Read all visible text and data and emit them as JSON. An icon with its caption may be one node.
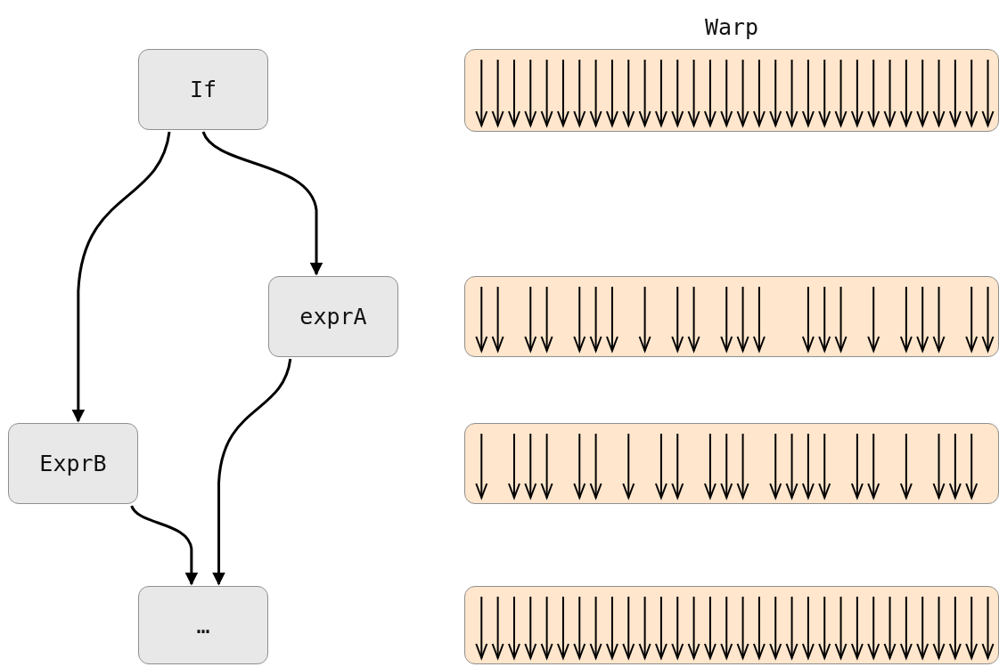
{
  "diagram": {
    "nodes": [
      {
        "text": [
          "If"
        ]
      },
      {
        "text": [
          "exprA"
        ]
      },
      {
        "text": [
          "ExprB"
        ]
      },
      {
        "text": [
          "…"
        ]
      },
      {
        "text": [
          "Warp"
        ]
      },
      {
        "text": [],
        "shape": "bar"
      },
      {
        "text": [],
        "shape": "bar"
      },
      {
        "text": [],
        "shape": "bar"
      }
    ],
    "edges": [
      {
        "from": 0,
        "to": 2,
        "arrow": "to"
      },
      {
        "from": 0,
        "to": 1,
        "arrow": "to"
      },
      {
        "from": 1,
        "to": 3,
        "arrow": "to"
      },
      {
        "from": 2,
        "to": 3,
        "arrow": "to"
      }
    ]
  }
}
